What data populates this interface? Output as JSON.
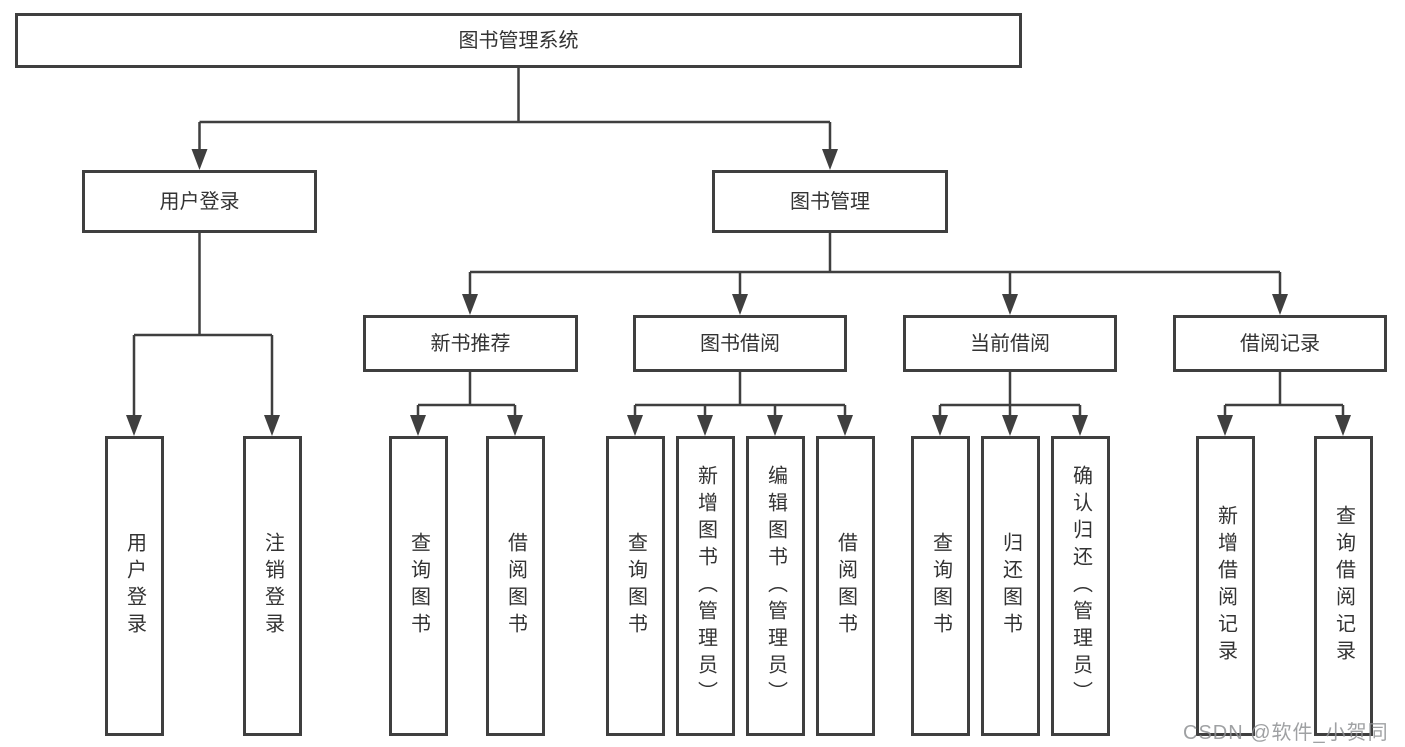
{
  "diagram": {
    "title": "图书管理系统",
    "branches": [
      {
        "label": "用户登录",
        "children": [
          {
            "label": "用户登录"
          },
          {
            "label": "注销登录"
          }
        ]
      },
      {
        "label": "图书管理",
        "children": [
          {
            "label": "新书推荐",
            "children": [
              {
                "label": "查询图书"
              },
              {
                "label": "借阅图书"
              }
            ]
          },
          {
            "label": "图书借阅",
            "children": [
              {
                "label": "查询图书"
              },
              {
                "label": "新增图书（管理员）"
              },
              {
                "label": "编辑图书（管理员）"
              },
              {
                "label": "借阅图书"
              }
            ]
          },
          {
            "label": "当前借阅",
            "children": [
              {
                "label": "查询图书"
              },
              {
                "label": "归还图书"
              },
              {
                "label": "确认归还（管理员）"
              }
            ]
          },
          {
            "label": "借阅记录",
            "children": [
              {
                "label": "新增借阅记录"
              },
              {
                "label": "查询借阅记录"
              }
            ]
          }
        ]
      }
    ]
  },
  "watermark": {
    "text": "CSDN @软件_小贺同学"
  },
  "colors": {
    "line": "#3f3f3f",
    "text": "#333333",
    "bg": "#ffffff",
    "watermark": "#8f9194"
  }
}
